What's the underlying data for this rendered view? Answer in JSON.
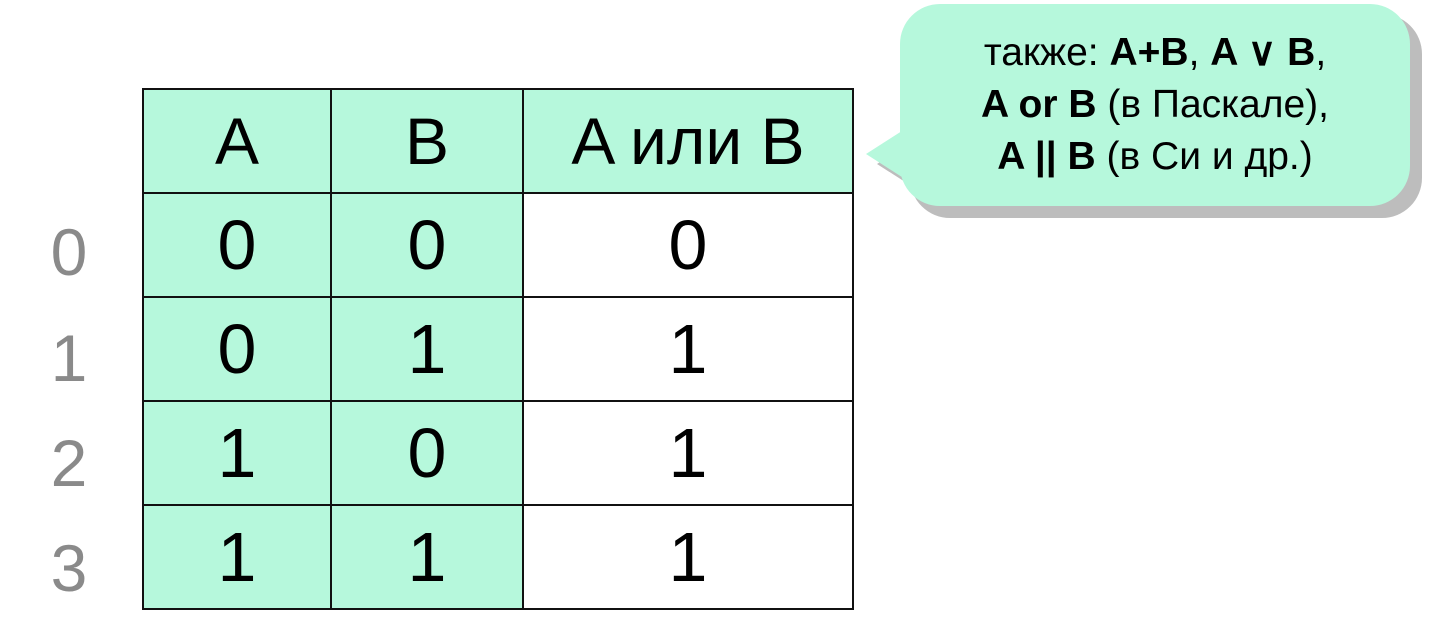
{
  "table": {
    "headers": [
      "A",
      "B",
      "A или B"
    ],
    "rows": [
      {
        "index": "0",
        "a": "0",
        "b": "0",
        "result": "0"
      },
      {
        "index": "1",
        "a": "0",
        "b": "1",
        "result": "1"
      },
      {
        "index": "2",
        "a": "1",
        "b": "0",
        "result": "1"
      },
      {
        "index": "3",
        "a": "1",
        "b": "1",
        "result": "1"
      }
    ]
  },
  "callout": {
    "line1": {
      "lead": "также: ",
      "expr1": "A+B",
      "sep": ", ",
      "expr2": "A ∨ B",
      "tail": ","
    },
    "line2": {
      "expr": "A or B",
      "note": " (в Паскале),"
    },
    "line3": {
      "expr": "A || B",
      "note": " (в Си и др.)"
    }
  },
  "colors": {
    "cell_green": "#b6f8dc",
    "result_red": "#b40000",
    "index_gray": "#8a8a8a",
    "callout_bg": "#b6f8dc",
    "callout_shadow": "#bdbdbd"
  }
}
